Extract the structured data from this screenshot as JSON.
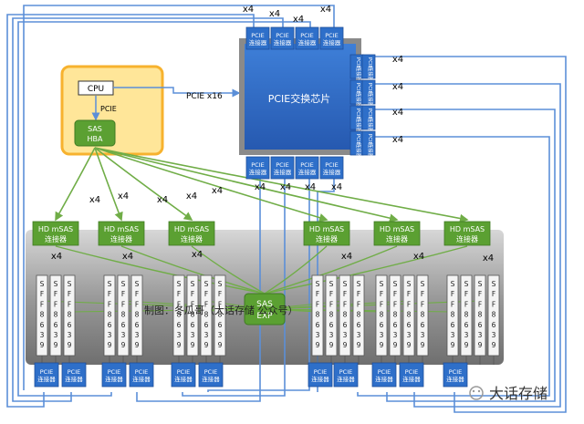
{
  "labels": {
    "cpu": "CPU",
    "pcie": "PCIE",
    "sas": "SAS",
    "hba": "HBA",
    "pcie_x16": "PCIE x16",
    "switch_chip": "PCIE交换芯片",
    "pcie_conn_top": "PCIE",
    "pcie_conn_bottom": "连接器",
    "hd_top": "HD mSAS",
    "hd_bottom": "连接器",
    "x4": "x4",
    "sas_exp_top": "SAS",
    "sas_exp_bottom": "EXP",
    "ssd_chars": [
      "S",
      "F",
      "F",
      "8",
      "6",
      "3",
      "9"
    ],
    "watermark": "制图：冬瓜哥（大话存储 公众号）",
    "brand": "大话存储"
  },
  "colors": {
    "blue": "#2E6FC9",
    "blue_dark": "#1F4E9A",
    "green": "#5BA032",
    "green_dark": "#3F7A22",
    "gold": "#F7B22E",
    "gold_fill": "#FFE699",
    "gray_panel": "#9E9E9E",
    "line_blue": "#5B8FD8",
    "line_green": "#70AD47"
  }
}
